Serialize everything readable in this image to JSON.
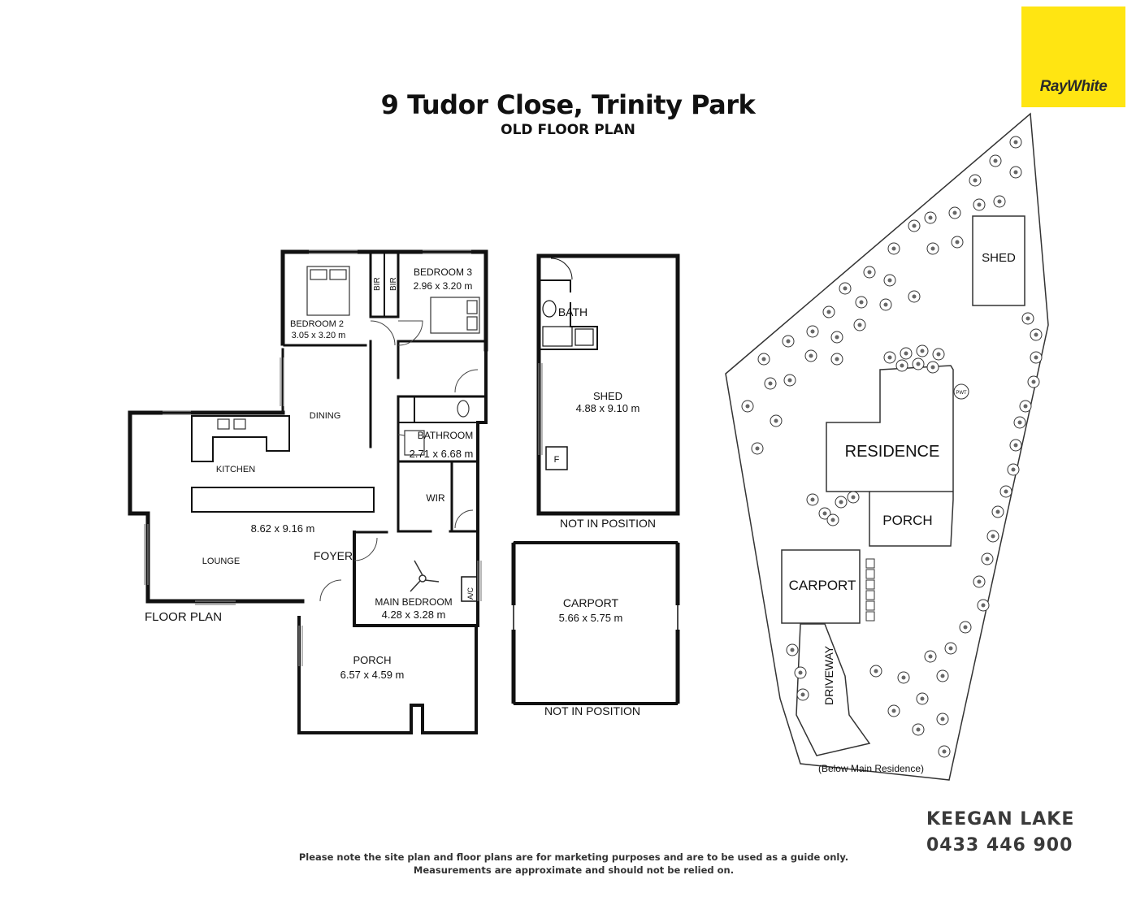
{
  "brand": {
    "logo_text": "RayWhite",
    "color": "#ffe512"
  },
  "header": {
    "title": "9 Tudor Close, Trinity Park",
    "subtitle": "OLD FLOOR PLAN"
  },
  "floor_plan": {
    "caption": "FLOOR PLAN",
    "rooms": {
      "bedroom2": {
        "name": "BEDROOM 2",
        "size": "3.05 x 3.20 m"
      },
      "bedroom3": {
        "name": "BEDROOM 3",
        "size": "2.96 x 3.20 m"
      },
      "bir1": "BIR",
      "bir2": "BIR",
      "dining": "DINING",
      "kitchen": "KITCHEN",
      "living_size": "8.62 x 9.16 m",
      "lounge": "LOUNGE",
      "foyer": "FOYER",
      "bathroom": {
        "name": "BATHROOM",
        "size": "2.71 x 6.68 m"
      },
      "wir": "WIR",
      "ac": "A/C",
      "main_bedroom": {
        "name": "MAIN BEDROOM",
        "size": "4.28 x 3.28 m"
      },
      "porch": {
        "name": "PORCH",
        "size": "6.57 x 4.59 m"
      }
    }
  },
  "shed_plan": {
    "bath": "BATH",
    "name": "SHED",
    "size": "4.88 x 9.10 m",
    "fixture": "F",
    "note": "NOT IN POSITION"
  },
  "carport_plan": {
    "name": "CARPORT",
    "size": "5.66 x 5.75 m",
    "note": "NOT IN POSITION"
  },
  "site_plan": {
    "shed": "SHED",
    "residence": "RESIDENCE",
    "porch": "PORCH",
    "carport": "CARPORT",
    "driveway": "DRIVEWAY",
    "pwt": "PWT",
    "below_note": "(Below Main Residence)"
  },
  "agent": {
    "name": "KEEGAN LAKE",
    "phone": "0433 446 900"
  },
  "disclaimer": {
    "line1": "Please note the site plan and floor plans are for marketing purposes and are to be used as a guide only.",
    "line2": "Measurements are approximate and should not be relied on."
  }
}
